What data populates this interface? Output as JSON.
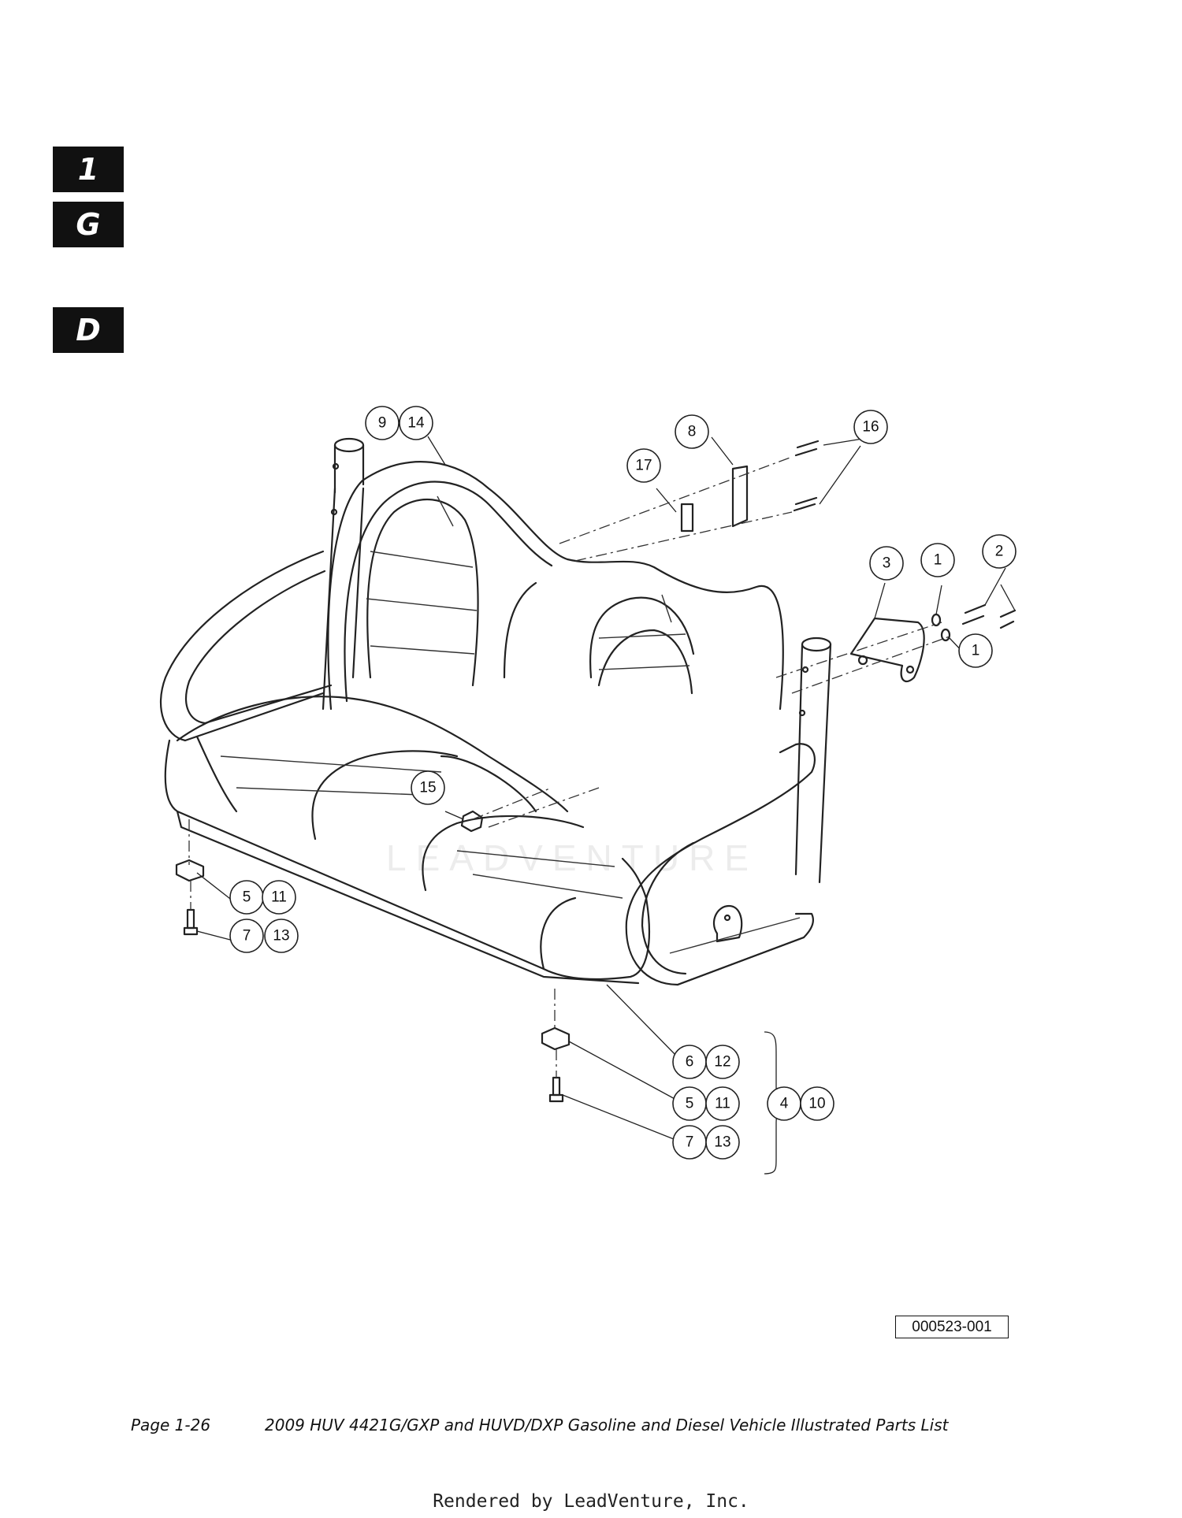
{
  "section_tabs": [
    "1",
    "G",
    "D"
  ],
  "callouts": [
    {
      "id": "c-9",
      "label": "9"
    },
    {
      "id": "c-14",
      "label": "14"
    },
    {
      "id": "c-8",
      "label": "8"
    },
    {
      "id": "c-16",
      "label": "16"
    },
    {
      "id": "c-17",
      "label": "17"
    },
    {
      "id": "c-3",
      "label": "3"
    },
    {
      "id": "c-1a",
      "label": "1"
    },
    {
      "id": "c-2",
      "label": "2"
    },
    {
      "id": "c-1b",
      "label": "1"
    },
    {
      "id": "c-15",
      "label": "15"
    },
    {
      "id": "c-5a",
      "label": "5"
    },
    {
      "id": "c-11a",
      "label": "11"
    },
    {
      "id": "c-7a",
      "label": "7"
    },
    {
      "id": "c-13a",
      "label": "13"
    },
    {
      "id": "c-6",
      "label": "6"
    },
    {
      "id": "c-12",
      "label": "12"
    },
    {
      "id": "c-5b",
      "label": "5"
    },
    {
      "id": "c-11b",
      "label": "11"
    },
    {
      "id": "c-4",
      "label": "4"
    },
    {
      "id": "c-10",
      "label": "10"
    },
    {
      "id": "c-7b",
      "label": "7"
    },
    {
      "id": "c-13b",
      "label": "13"
    }
  ],
  "figure_id": "000523-001",
  "footer": {
    "page": "Page 1-26",
    "title": "2009 HUV 4421G/GXP and HUVD/DXP Gasoline and Diesel Vehicle Illustrated Parts List"
  },
  "rendered_by": "Rendered by LeadVenture, Inc.",
  "watermark": "LEADVENTURE"
}
